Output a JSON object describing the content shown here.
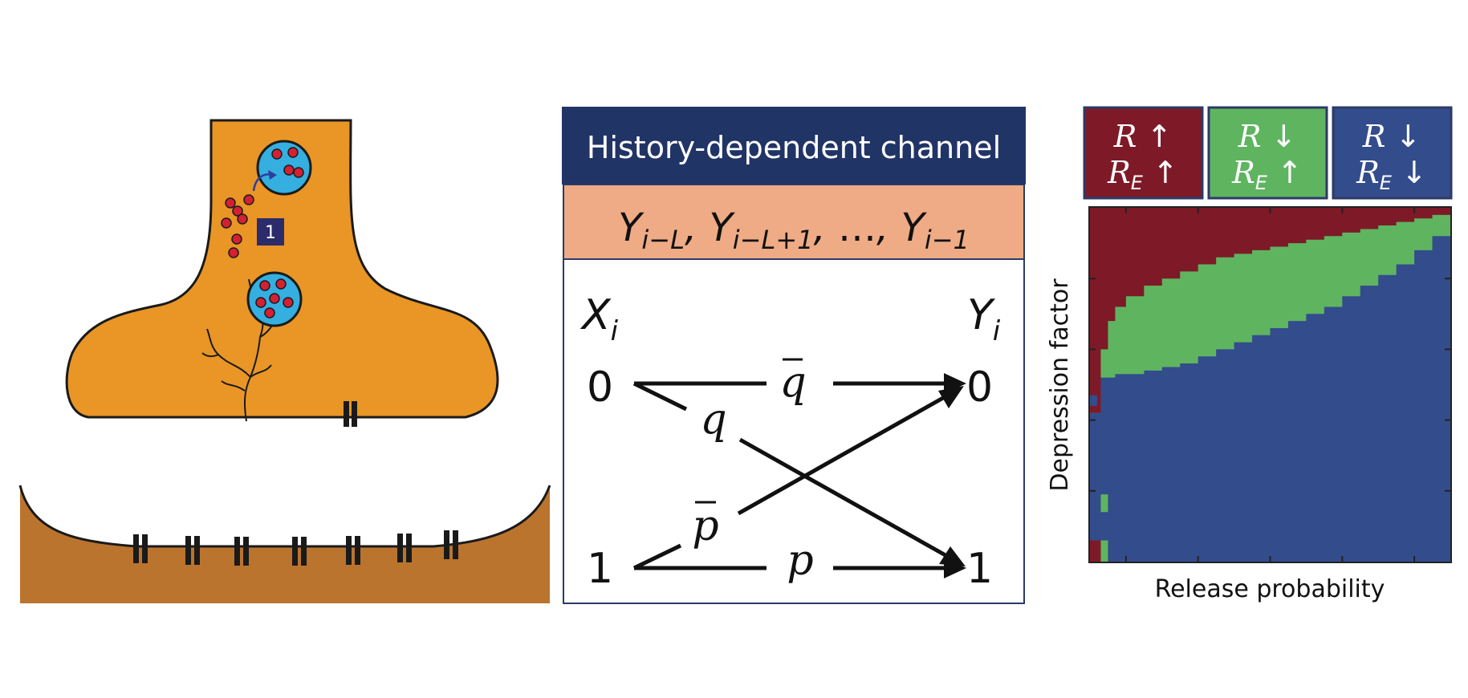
{
  "synapse": {
    "vesicle_label": "1",
    "colors": {
      "terminal": "#e99626",
      "postsynaptic": "#bb742e",
      "vesicle": "#35aee0",
      "transmitter": "#d42033",
      "badge": "#2c2b6b"
    }
  },
  "channel": {
    "title": "History-dependent channel",
    "history": {
      "var": "Y",
      "subs": [
        "i−L",
        "i−L+1",
        "i−1"
      ],
      "ellipsis": "…"
    },
    "input_label": {
      "var": "X",
      "sub": "i"
    },
    "output_label": {
      "var": "Y",
      "sub": "i"
    },
    "in0": "0",
    "in1": "1",
    "out0": "0",
    "out1": "1",
    "q_bar": "q",
    "q": "q",
    "p_bar": "p",
    "p": "p",
    "colors": {
      "title_bg": "#213466",
      "history_bg": "#eeab85",
      "border": "#2c3a66"
    }
  },
  "legend": [
    {
      "r": "R",
      "re": "R",
      "re_sub": "E",
      "r_arrow": "↑",
      "re_arrow": "↑",
      "color": "#7e1a27"
    },
    {
      "r": "R",
      "re": "R",
      "re_sub": "E",
      "r_arrow": "↓",
      "re_arrow": "↑",
      "color": "#5fb460"
    },
    {
      "r": "R",
      "re": "R",
      "re_sub": "E",
      "r_arrow": "↓",
      "re_arrow": "↓",
      "color": "#334c8c"
    }
  ],
  "chart_data": {
    "type": "heatmap",
    "xlabel": "Release probability",
    "ylabel": "Depression factor",
    "xlim": [
      0,
      1
    ],
    "ylim": [
      0,
      1
    ],
    "classes": [
      "R ↑ R_E ↑",
      "R ↓ R_E ↑",
      "R ↓ R_E ↓"
    ],
    "region_boundaries": {
      "x": [
        0.0,
        0.03,
        0.05,
        0.07,
        0.1,
        0.15,
        0.2,
        0.25,
        0.3,
        0.35,
        0.4,
        0.45,
        0.5,
        0.55,
        0.6,
        0.65,
        0.7,
        0.75,
        0.8,
        0.85,
        0.9,
        0.95,
        1.0
      ],
      "upper_red_green": [
        0.42,
        0.6,
        0.68,
        0.72,
        0.75,
        0.78,
        0.8,
        0.82,
        0.84,
        0.86,
        0.87,
        0.88,
        0.89,
        0.9,
        0.91,
        0.92,
        0.93,
        0.94,
        0.95,
        0.96,
        0.97,
        0.98,
        0.99
      ],
      "lower_green_blue": [
        0.42,
        0.52,
        0.52,
        0.53,
        0.53,
        0.54,
        0.55,
        0.56,
        0.58,
        0.6,
        0.62,
        0.64,
        0.66,
        0.68,
        0.7,
        0.72,
        0.75,
        0.78,
        0.81,
        0.84,
        0.88,
        0.92,
        0.95
      ]
    }
  }
}
